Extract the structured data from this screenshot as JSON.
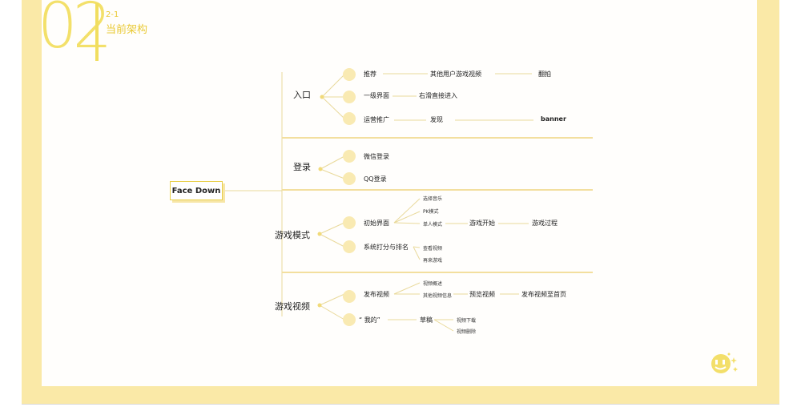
{
  "section": {
    "number": "02",
    "sub_number": "2-1",
    "title": "当前架构"
  },
  "root": "Face Down",
  "categories": {
    "entry": "入口",
    "login": "登录",
    "game_mode": "游戏模式",
    "game_video": "游戏视频"
  },
  "entry": {
    "recommend": "推荐",
    "recommend_video": "其他用户游戏视频",
    "recommend_end": "翻拍",
    "first_level": "一级界面",
    "first_level_action": "右滑直接进入",
    "ops": "运营推广",
    "ops_discover": "发现",
    "ops_banner": "banner"
  },
  "login": {
    "wechat": "微信登录",
    "qq": "QQ登录"
  },
  "game_mode": {
    "init": "初始界面",
    "select_music": "选择音乐",
    "pk_mode": "PK模式",
    "single_mode": "单人模式",
    "game_start": "游戏开始",
    "game_process": "游戏过程",
    "score_rank": "系统打分与排名",
    "watch_video": "查看视频",
    "play_again": "再来游戏"
  },
  "game_video": {
    "publish": "发布视频",
    "video_overview": "视频概述",
    "other_video_info": "其他视频信息",
    "preview_video": "预览视频",
    "publish_home": "发布视频至首页",
    "mine": "“ 我的”",
    "draft": "草稿",
    "video_download": "视频下载",
    "video_delete": "视频删除"
  },
  "colors": {
    "frame": "#fae9a7",
    "accent": "#f3e06a",
    "node": "#f9eab2",
    "line": "#e9d99a"
  },
  "icons": {
    "mascot": "smiley-face-icon"
  }
}
